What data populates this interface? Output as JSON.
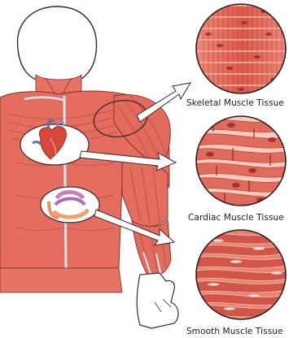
{
  "labels": {
    "skeletal": "Skeletal Muscle Tissue",
    "cardiac": "Cardiac Muscle Tissue",
    "smooth": "Smooth Muscle Tissue"
  },
  "colors": {
    "muscle": "#e06a5c",
    "muscle_dark": "#c0453a",
    "muscle_light": "#f3a99c",
    "skin": "#fde9dd",
    "tendon": "#cfe6f2",
    "outline": "#3a2a2a",
    "nucleus": "#a3332d",
    "arrow": "#ffffff"
  },
  "icons": {
    "heart": "heart-icon",
    "intestine": "intestine-icon"
  }
}
